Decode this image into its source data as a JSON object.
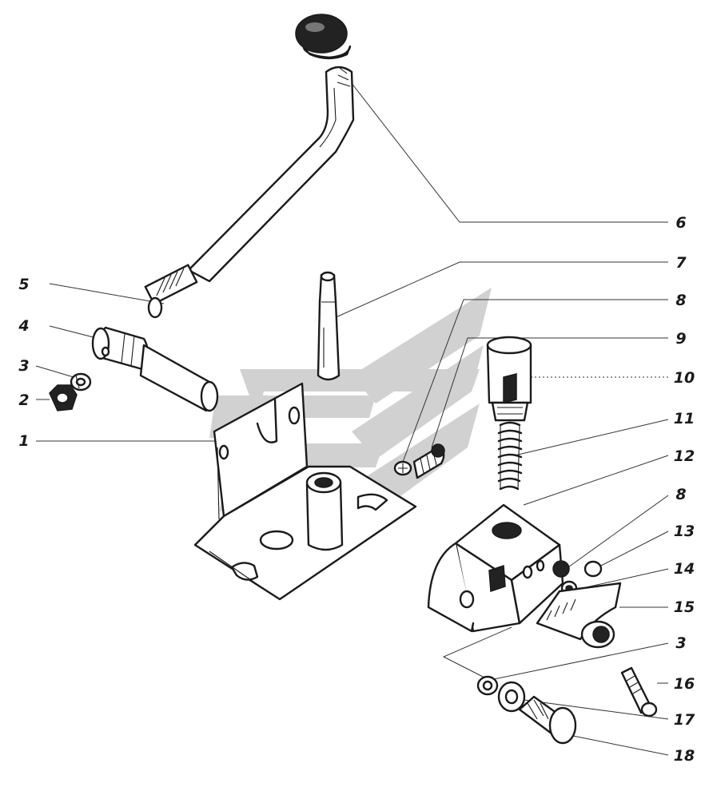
{
  "labels": [
    {
      "id": "6",
      "text": "6"
    },
    {
      "id": "7",
      "text": "7"
    },
    {
      "id": "5",
      "text": "5"
    },
    {
      "id": "8a",
      "text": "8"
    },
    {
      "id": "4",
      "text": "4"
    },
    {
      "id": "9",
      "text": "9"
    },
    {
      "id": "3a",
      "text": "3"
    },
    {
      "id": "10",
      "text": "10"
    },
    {
      "id": "2",
      "text": "2"
    },
    {
      "id": "11",
      "text": "11"
    },
    {
      "id": "1",
      "text": "1"
    },
    {
      "id": "12",
      "text": "12"
    },
    {
      "id": "8b",
      "text": "8"
    },
    {
      "id": "13",
      "text": "13"
    },
    {
      "id": "14",
      "text": "14"
    },
    {
      "id": "15",
      "text": "15"
    },
    {
      "id": "3b",
      "text": "3"
    },
    {
      "id": "16",
      "text": "16"
    },
    {
      "id": "17",
      "text": "17"
    },
    {
      "id": "18",
      "text": "18"
    }
  ],
  "colors": {
    "ink": "#1a1a1a",
    "watermark": "#c9c9c9",
    "background": "#ffffff"
  }
}
